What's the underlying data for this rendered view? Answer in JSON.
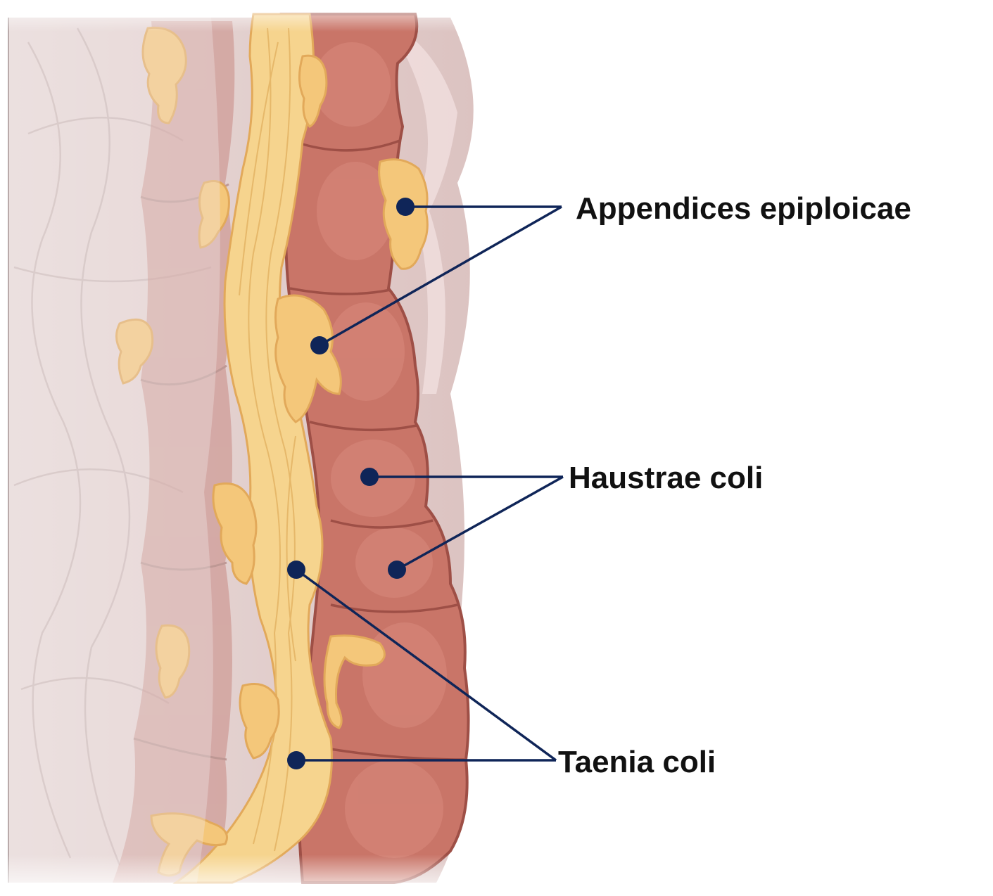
{
  "labels": {
    "appendices": "Appendices epiploicae",
    "haustrae": "Haustrae coli",
    "taenia": "Taenia coli"
  },
  "colors": {
    "leader_line": "#0f2558",
    "marker": "#0f2558",
    "label_text": "#111111",
    "colon_wall": "#c97568",
    "colon_shadow": "#a9564c",
    "fat_tissue": "#f4c77a",
    "taenia_band": "#f6d48e",
    "mesentery": "#e6d1cf"
  }
}
